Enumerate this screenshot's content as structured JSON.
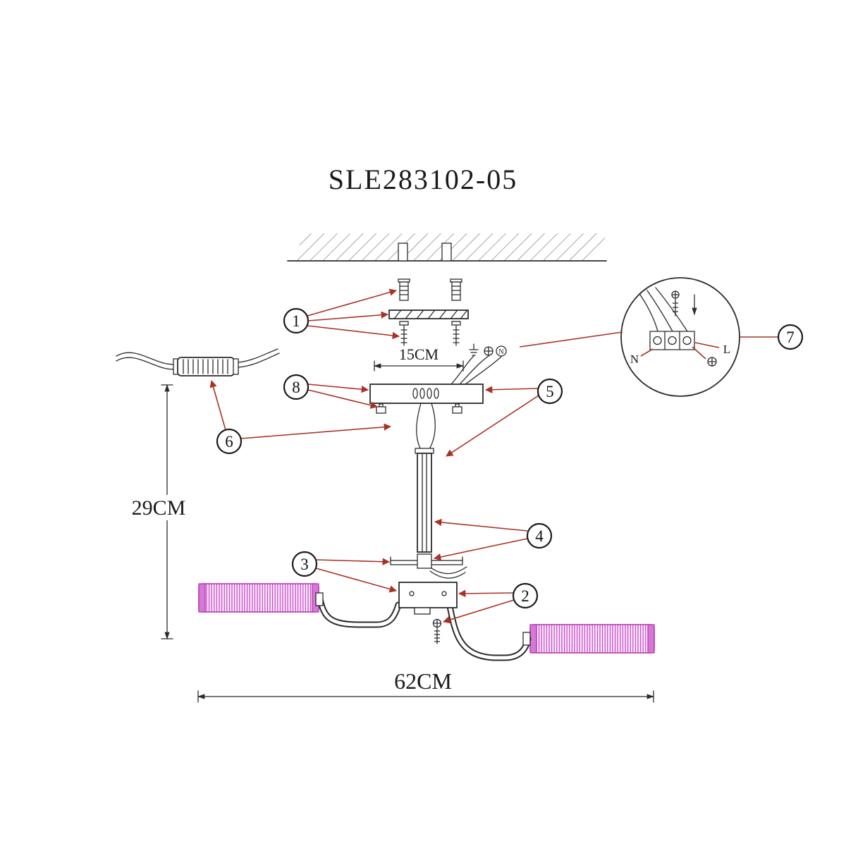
{
  "title": "SLE283102-05",
  "dimensions": {
    "canopy_width": "15CM",
    "fixture_height": "29CM",
    "fixture_width": "62CM"
  },
  "callouts": {
    "c1": "1",
    "c2": "2",
    "c3": "3",
    "c4": "4",
    "c5": "5",
    "c6": "6",
    "c7": "7",
    "c8": "8"
  },
  "wiring": {
    "neutral_label": "N",
    "live_label": "L",
    "canopy_neutral_label": "N"
  },
  "colors": {
    "line_color": "#2b2b2b",
    "leader_color": "#a93226",
    "shade_color": "#c93fc9",
    "hatch_color": "#777777"
  }
}
